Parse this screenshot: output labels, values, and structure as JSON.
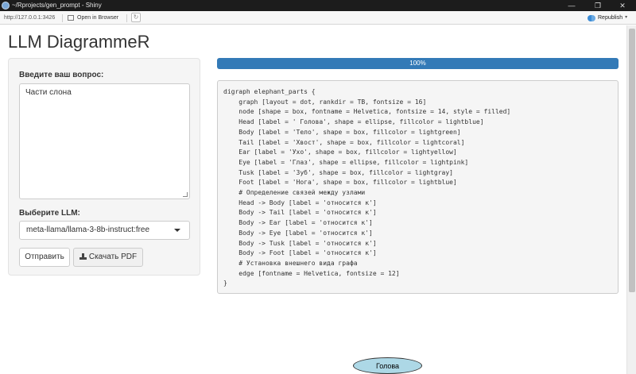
{
  "window": {
    "title": "~/Rprojects/gen_prompt - Shiny",
    "controls": [
      "—",
      "❐",
      "✕"
    ]
  },
  "toolbar": {
    "url": "http://127.0.0.1:3426",
    "open_in_browser": "Open in Browser",
    "republish": "Republish"
  },
  "page": {
    "title": "LLM DiagrammeR"
  },
  "sidebar": {
    "question_label": "Введите ваш вопрос:",
    "question_value": "Части слона",
    "llm_label": "Выберите LLM:",
    "llm_selected": "meta-llama/llama-3-8b-instruct:free",
    "send_button": "Отправить",
    "pdf_button": "Скачать PDF"
  },
  "progress": {
    "value": 100,
    "label": "100%"
  },
  "code": {
    "lines": [
      "digraph elephant_parts {",
      "    graph [layout = dot, rankdir = TB, fontsize = 16]",
      "    node [shape = box, fontname = Helvetica, fontsize = 14, style = filled]",
      "    Head [label = ' Голова', shape = ellipse, fillcolor = lightblue]",
      "    Body [label = 'Тело', shape = box, fillcolor = lightgreen]",
      "    Tail [label = 'Хвост', shape = box, fillcolor = lightcoral]",
      "    Ear [label = 'Ухо', shape = box, fillcolor = lightyellow]",
      "    Eye [label = 'Глаз', shape = ellipse, fillcolor = lightpink]",
      "    Tusk [label = 'Зуб', shape = box, fillcolor = lightgray]",
      "    Foot [label = 'Нога', shape = box, fillcolor = lightblue]",
      "    # Определение связей между узлами",
      "    Head -> Body [label = 'относится к']",
      "    Body -> Tail [label = 'относится к']",
      "    Body -> Ear [label = 'относится к']",
      "    Body -> Eye [label = 'относится к']",
      "    Body -> Tusk [label = 'относится к']",
      "    Body -> Foot [label = 'относится к']",
      "    # Установка внешнего вида графа",
      "    edge [fontname = Helvetica, fontsize = 12]",
      "}"
    ]
  },
  "diagram": {
    "node_label": "Голова",
    "node_color": "#add8e6"
  },
  "colors": {
    "accent": "#337ab7",
    "titlebar": "#1c1c1c"
  }
}
